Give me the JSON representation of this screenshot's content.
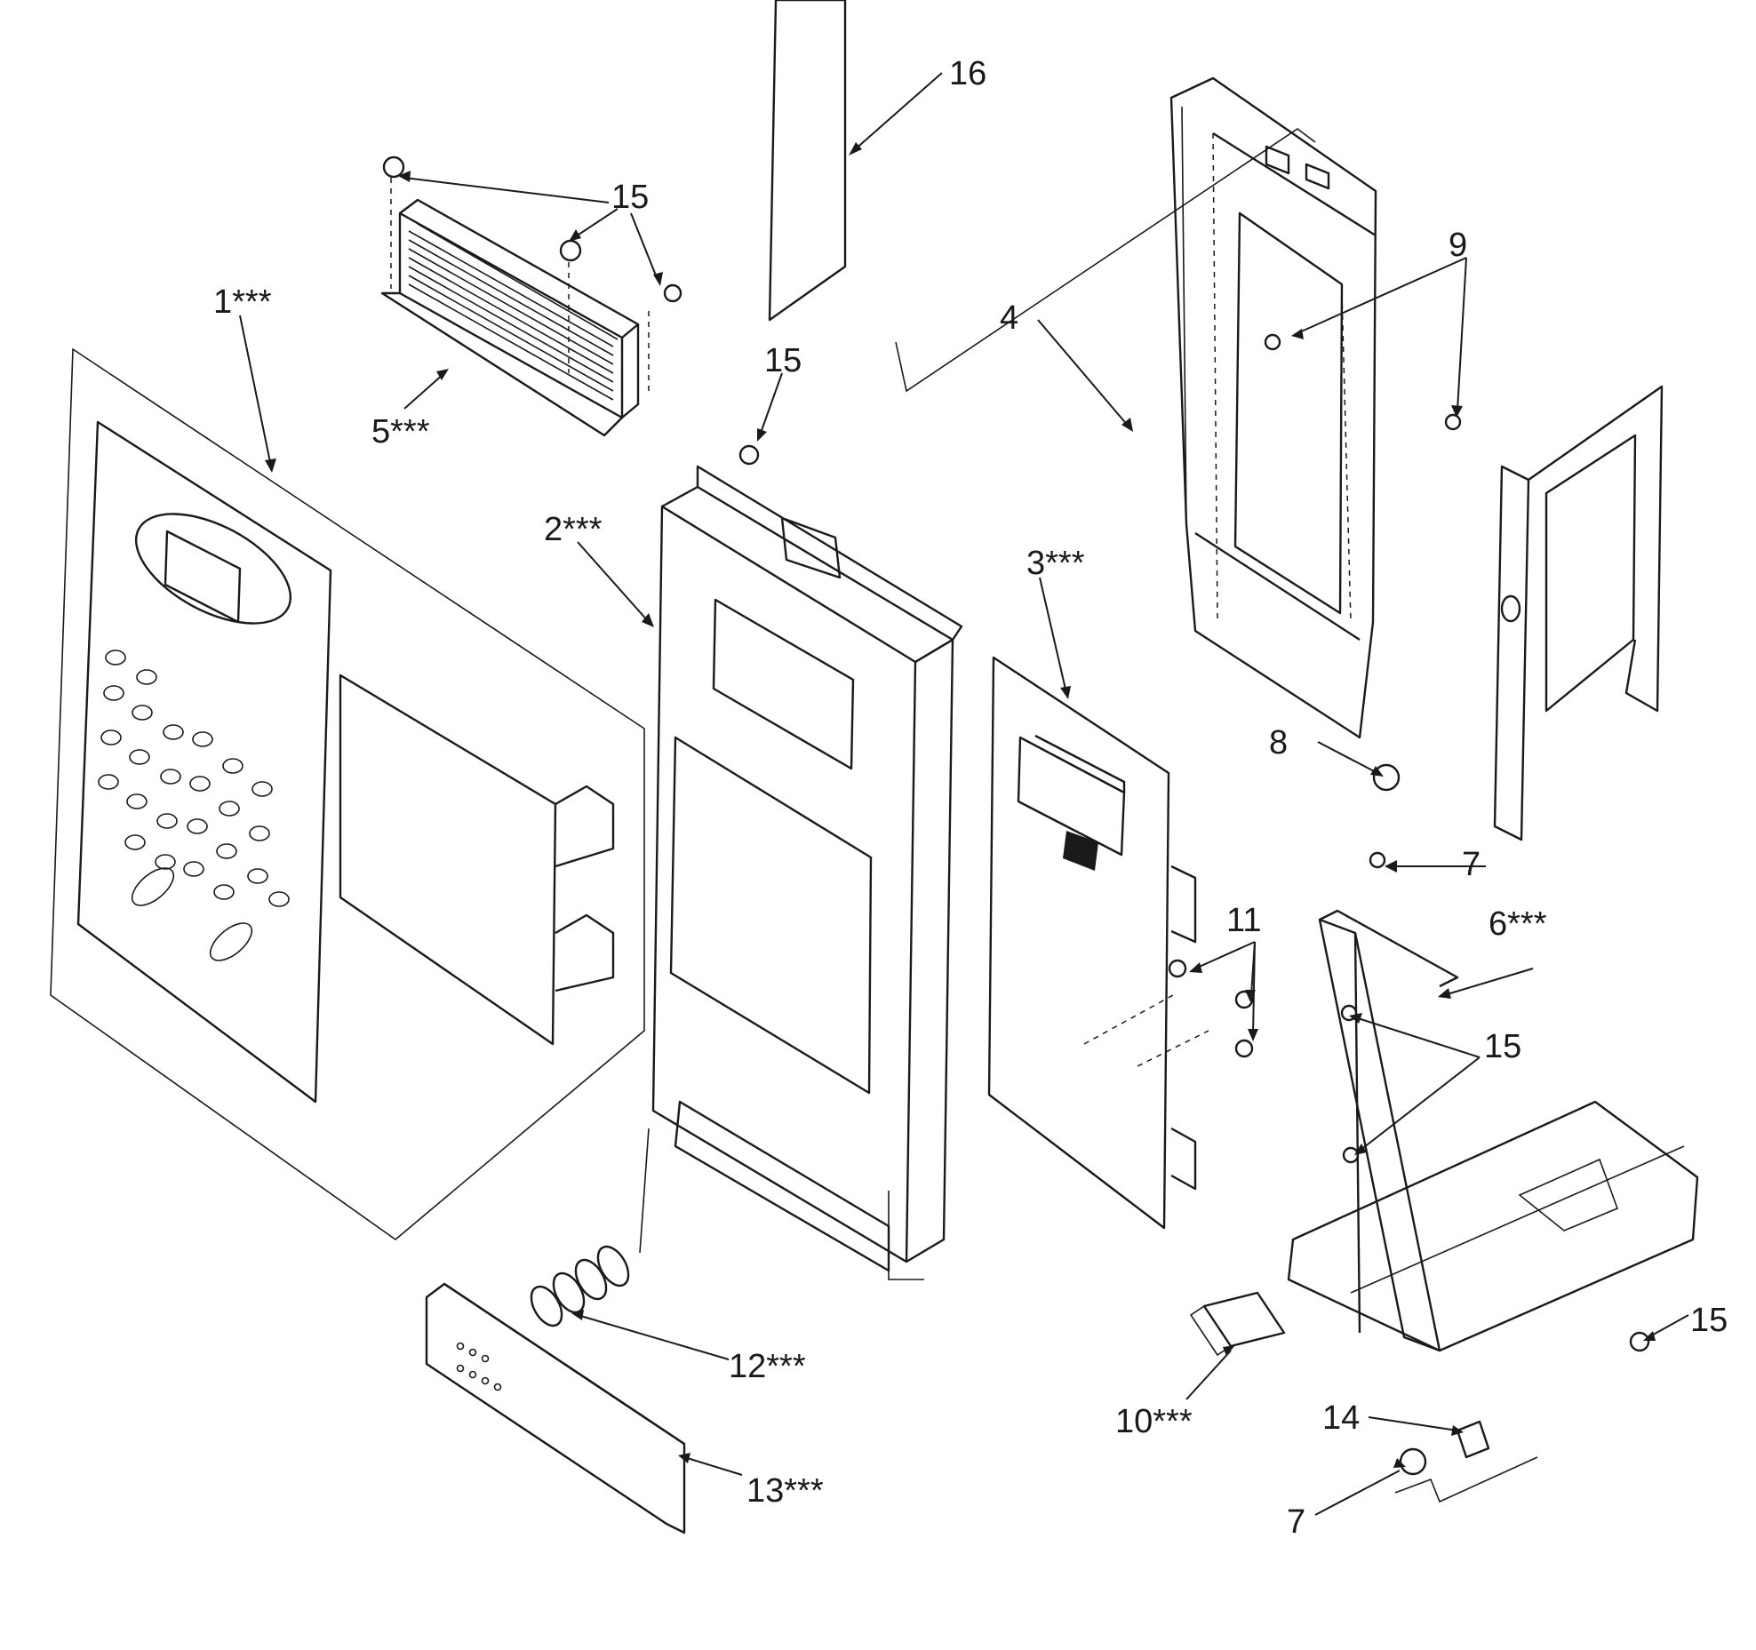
{
  "diagram": {
    "callouts": [
      {
        "id": "c1",
        "text": "1***"
      },
      {
        "id": "c2",
        "text": "2***"
      },
      {
        "id": "c3",
        "text": "3***"
      },
      {
        "id": "c4",
        "text": "4"
      },
      {
        "id": "c5",
        "text": "5***"
      },
      {
        "id": "c6",
        "text": "6***"
      },
      {
        "id": "c7a",
        "text": "7"
      },
      {
        "id": "c7b",
        "text": "7"
      },
      {
        "id": "c8",
        "text": "8"
      },
      {
        "id": "c9",
        "text": "9"
      },
      {
        "id": "c10",
        "text": "10***"
      },
      {
        "id": "c11",
        "text": "11"
      },
      {
        "id": "c12",
        "text": "12***"
      },
      {
        "id": "c13",
        "text": "13***"
      },
      {
        "id": "c14",
        "text": "14"
      },
      {
        "id": "c15a",
        "text": "15"
      },
      {
        "id": "c15b",
        "text": "15"
      },
      {
        "id": "c15c",
        "text": "15"
      },
      {
        "id": "c15d",
        "text": "15"
      },
      {
        "id": "c16",
        "text": "16"
      }
    ],
    "colors": {
      "line": "#1a1a1a",
      "paper": "#ffffff"
    }
  }
}
